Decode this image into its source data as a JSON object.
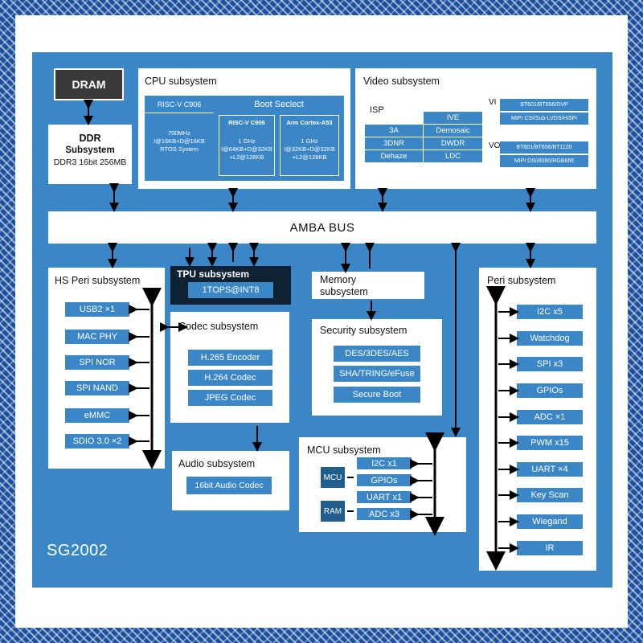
{
  "dram": "DRAM",
  "ddr": {
    "line1": "DDR",
    "line2": "Subsystem",
    "line3": "DDR3 16bit 256MB"
  },
  "cpu": {
    "title": "CPU subsystem",
    "riscv_c906_a": {
      "name": "RISC-V C906",
      "spec1": "700MHz",
      "spec2": "I@16KB+D@16KB",
      "spec3": "RTOS System"
    },
    "boot_select": "Boot Seclect",
    "riscv_c906_b": {
      "name": "RISC-V C906",
      "spec1": "1 GHz",
      "spec2": "I@64KB+D@32KB",
      "spec3": "+L2@128KB"
    },
    "cortex_a53": {
      "name": "Arm Cortex-A53",
      "spec1": "1 GHz",
      "spec2": "I@32KB+D@32KB",
      "spec3": "+L2@128KB"
    }
  },
  "video": {
    "title": "Video subsystem",
    "isp": "ISP",
    "isp_cells": [
      "IVE",
      "3A",
      "Demosaic",
      "3DNR",
      "DWDR",
      "Dehaze",
      "LDC"
    ],
    "vi": "VI",
    "vi_items": [
      "BT601/BT656/DVP",
      "MIPI CSI/Sub-LVDS/HiSPi"
    ],
    "vo": "VO",
    "vo_items": [
      "BT601/BT656/BT1120",
      "MIPI DSI/8080/RGB666"
    ]
  },
  "amba": "AMBA BUS",
  "hs_peri": {
    "title": "HS Peri subsystem",
    "items": [
      "USB2 ×1",
      "MAC PHY",
      "SPI NOR",
      "SPI NAND",
      "eMMC",
      "SDIO 3.0 ×2"
    ]
  },
  "tpu": {
    "title": "TPU subsystem",
    "spec": "1TOPS@INT8"
  },
  "codec": {
    "title": "Codec subsystem",
    "items": [
      "H.265 Encoder",
      "H.264 Codec",
      "JPEG Codec"
    ]
  },
  "audio": {
    "title": "Audio subsystem",
    "item": "16bit Audio Codec"
  },
  "memory": {
    "line1": "Memory",
    "line2": "subsystem"
  },
  "security": {
    "title": "Security subsystem",
    "items": [
      "DES/3DES/AES",
      "SHA/TRING/eFuse",
      "Secure Boot"
    ]
  },
  "mcu": {
    "title": "MCU subsystem",
    "mcu": "MCU",
    "ram": "RAM",
    "items": [
      "I2C x1",
      "GPIOs",
      "UART x1",
      "ADC x3"
    ]
  },
  "peri": {
    "title": "Peri subsystem",
    "items": [
      "I2C x5",
      "Watchdog",
      "SPI x3",
      "GPIOs",
      "ADC ×1",
      "PWM x15",
      "UART ×4",
      "Key Scan",
      "Wiegand",
      "IR"
    ]
  },
  "chip_name": "SG2002",
  "colors": {
    "board": "#3a86c6",
    "frame": "#1d4f9a",
    "dram": "#3a3a3a",
    "tpu_header": "#0e2233",
    "mcu_block": "#1e5d8c"
  }
}
